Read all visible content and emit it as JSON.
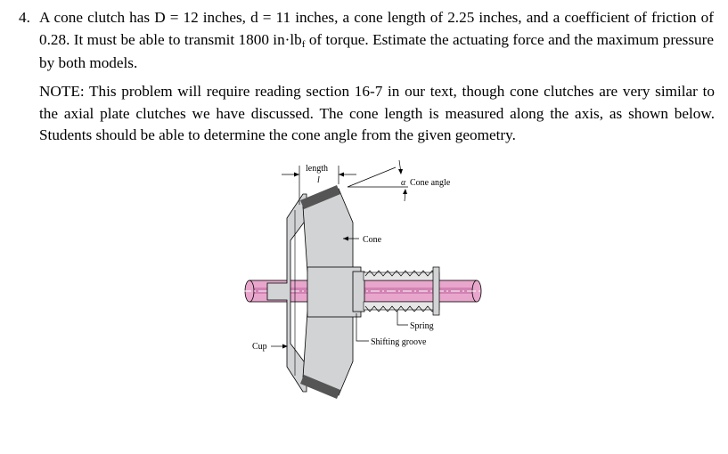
{
  "problem": {
    "number": "4.",
    "text_before_sub": "A cone clutch has D = 12 inches, d = 11 inches, a cone length of 2.25 inches, and a coefficient of friction of 0.28. It must be able to transmit 1800 in·lb",
    "subscript": "f",
    "text_after_sub": " of torque. Estimate the actuating force and the maximum pressure by both models."
  },
  "note": {
    "text": "NOTE: This problem will require reading section 16-7 in our text, though cone clutches are very similar to the axial plate clutches we have discussed. The cone length is measured along the axis, as shown below. Students should be able to determine the cone angle from the given geometry."
  },
  "figure": {
    "labels": {
      "length": "length",
      "length_symbol": "l",
      "cone_angle_symbol": "α",
      "cone_angle": "Cone angle",
      "cone": "Cone",
      "spring": "Spring",
      "shifting_groove": "Shifting groove",
      "cup": "Cup"
    },
    "colors": {
      "shaft": "#e8a6cc",
      "shaft_dark": "#b85a92",
      "metal": "#d1d3d4",
      "lining": "#555555"
    }
  }
}
